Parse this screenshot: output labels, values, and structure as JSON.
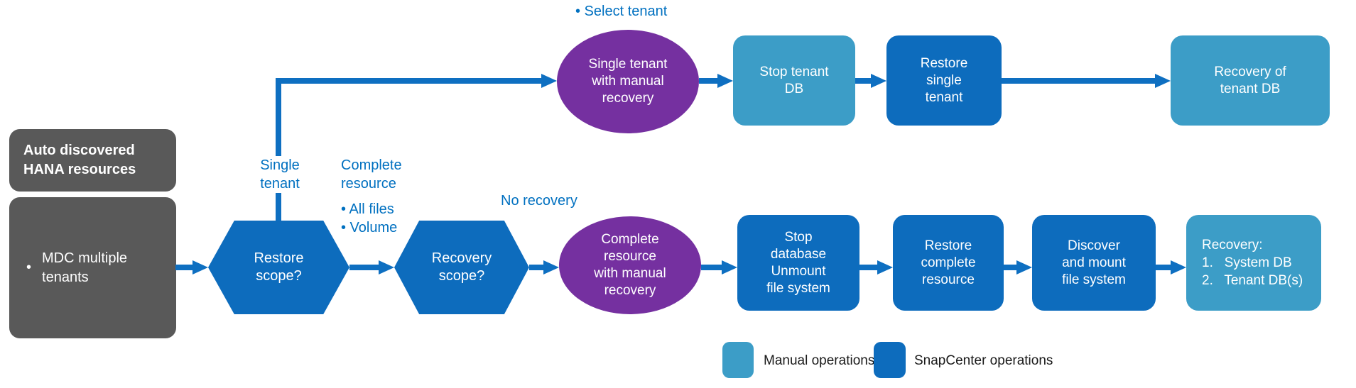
{
  "palette": {
    "dark_gray": "#595959",
    "snapcenter_blue": "#0d6cbd",
    "manual_blue": "#3c9dc7",
    "purple": "#7530a0",
    "label_blue": "#0070c0",
    "arrow_blue": "#0e6fc1",
    "legend_text": "#1a1a1a"
  },
  "sources": {
    "auto_discovered": "Auto discovered\nHANA resources",
    "mdc_bullet": "•",
    "mdc": "MDC multiple tenants"
  },
  "decisions": {
    "restore_scope": "Restore\nscope?",
    "recovery_scope": "Recovery\nscope?"
  },
  "branch_labels": {
    "single_tenant": "Single\ntenant",
    "complete_resource_title": "Complete\nresource",
    "complete_resource_bullets": "• All files\n• Volume",
    "select_tenant": "• Select tenant",
    "no_recovery": "No recovery"
  },
  "manual_steps": {
    "single_tenant": "Single tenant\nwith manual\nrecovery",
    "complete_resource": "Complete\nresource\nwith manual\nrecovery"
  },
  "top_flow": {
    "stop_tenant_db": "Stop tenant\nDB",
    "restore_single_tenant": "Restore\nsingle\ntenant",
    "recovery_tenant_db": "Recovery of\ntenant DB"
  },
  "bottom_flow": {
    "stop_database": "Stop\ndatabase\nUnmount\nfile system",
    "restore_complete": "Restore\ncomplete\nresource",
    "discover_mount": "Discover\nand mount\nfile system",
    "recovery_list": "Recovery:\n1.   System DB\n2.   Tenant DB(s)"
  },
  "legend": {
    "manual": "Manual operations",
    "snapcenter": "SnapCenter operations"
  }
}
